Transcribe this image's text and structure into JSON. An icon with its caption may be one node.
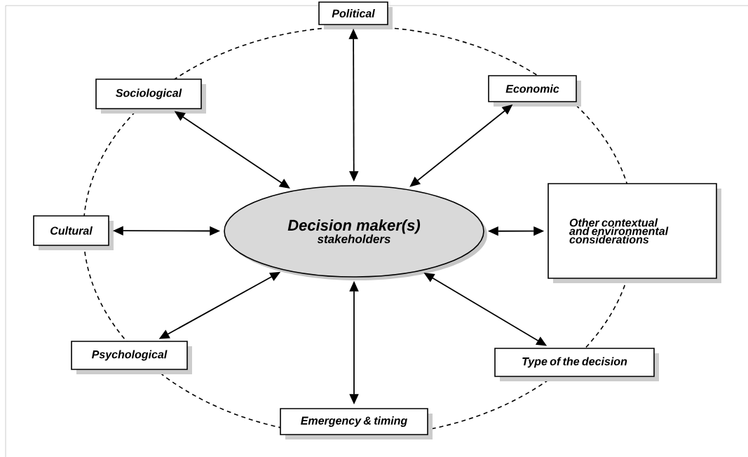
{
  "diagram": {
    "nodes": [
      {
        "text": [
          "Decision maker(s)",
          "stakeholders"
        ]
      },
      {
        "text": [
          "Political"
        ]
      },
      {
        "text": [
          "Sociological"
        ]
      },
      {
        "text": [
          "Economic"
        ]
      },
      {
        "text": [
          "Cultural"
        ]
      },
      {
        "text": [
          "Other contextual and environmental considerations"
        ]
      },
      {
        "text": [
          "Psychological"
        ]
      },
      {
        "text": [
          "Type of the decision"
        ]
      },
      {
        "text": [
          "Emergency & timing"
        ]
      }
    ],
    "edges": [
      {
        "from": 0,
        "to": 1,
        "arrow": "both"
      },
      {
        "from": 0,
        "to": 2,
        "arrow": "both"
      },
      {
        "from": 0,
        "to": 3,
        "arrow": "both"
      },
      {
        "from": 0,
        "to": 4,
        "arrow": "both"
      },
      {
        "from": 0,
        "to": 5,
        "arrow": "both"
      },
      {
        "from": 0,
        "to": 6,
        "arrow": "both"
      },
      {
        "from": 0,
        "to": 7,
        "arrow": "both"
      },
      {
        "from": 0,
        "to": 8,
        "arrow": "both"
      }
    ]
  }
}
